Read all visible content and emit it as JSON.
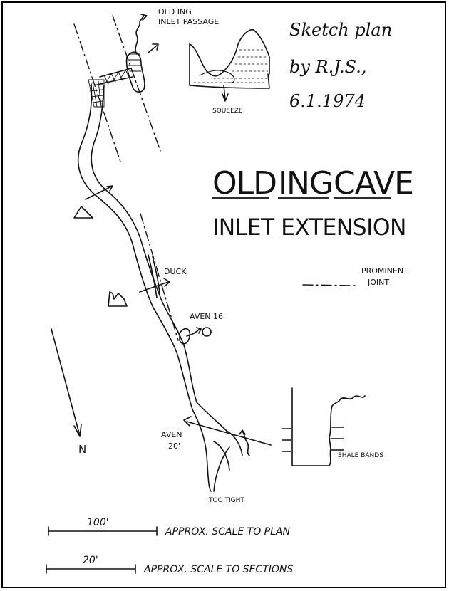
{
  "title": {
    "line1_words": [
      "OLD",
      "ING",
      "CAVE"
    ],
    "line2": "INLET EXTENSION"
  },
  "sketch_note": {
    "line1": "Sketch plan",
    "line2": "by R.J.S.,",
    "line3": "6.1.1974"
  },
  "labels": {
    "old_ing_inlet_1": "OLD ING",
    "old_ing_inlet_2": "INLET PASSAGE",
    "squeeze": "SQUEEZE",
    "duck": "DUCK",
    "aven16": "AVEN 16'",
    "aven20_1": "AVEN",
    "aven20_2": "20'",
    "too_tight": "TOO TIGHT",
    "shale_bands": "SHALE BANDS",
    "prominent_1": "PROMINENT",
    "prominent_2": "JOINT",
    "north": "N"
  },
  "scales": {
    "plan_value": "100'",
    "plan_label": "APPROX. SCALE TO PLAN",
    "sections_value": "20'",
    "sections_label": "APPROX. SCALE TO SECTIONS"
  },
  "colors": {
    "ink": "#111111",
    "paper": "#ffffff"
  }
}
